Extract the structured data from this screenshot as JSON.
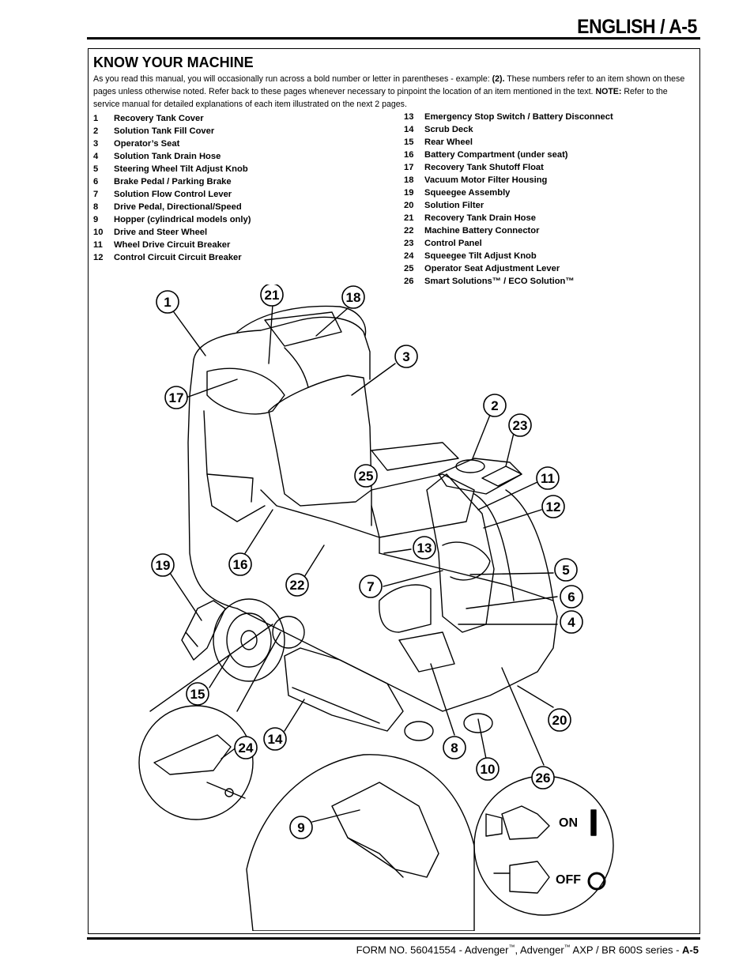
{
  "header": {
    "title": "ENGLISH / A-5"
  },
  "section": {
    "title": "KNOW YOUR MACHINE",
    "intro_part1": "As you read this manual, you will occasionally run across a bold number or letter in parentheses - example: ",
    "intro_example": "(2).",
    "intro_part2": "  These numbers refer to an item shown on these pages unless otherwise noted.  Refer back to these pages whenever necessary to pinpoint the location of an item mentioned in the text.  ",
    "intro_note_label": "NOTE:",
    "intro_part3": "  Refer to the service manual for detailed explanations of each item illustrated on the next 2 pages."
  },
  "items_left": [
    {
      "num": "1",
      "label": "Recovery Tank Cover"
    },
    {
      "num": "2",
      "label": "Solution Tank Fill Cover"
    },
    {
      "num": "3",
      "label": "Operator’s Seat"
    },
    {
      "num": "4",
      "label": "Solution Tank Drain Hose"
    },
    {
      "num": "5",
      "label": "Steering Wheel Tilt Adjust Knob"
    },
    {
      "num": "6",
      "label": "Brake Pedal / Parking Brake"
    },
    {
      "num": "7",
      "label": "Solution Flow Control Lever"
    },
    {
      "num": "8",
      "label": "Drive Pedal, Directional/Speed"
    },
    {
      "num": "9",
      "label": "Hopper (cylindrical models only)"
    },
    {
      "num": "10",
      "label": "Drive and Steer Wheel"
    },
    {
      "num": "11",
      "label": "Wheel Drive Circuit Breaker"
    },
    {
      "num": "12",
      "label": "Control Circuit Circuit Breaker"
    }
  ],
  "items_right": [
    {
      "num": "13",
      "label": "Emergency Stop Switch / Battery Disconnect"
    },
    {
      "num": "14",
      "label": "Scrub Deck"
    },
    {
      "num": "15",
      "label": "Rear Wheel"
    },
    {
      "num": "16",
      "label": "Battery Compartment (under seat)"
    },
    {
      "num": "17",
      "label": "Recovery Tank Shutoff Float"
    },
    {
      "num": "18",
      "label": "Vacuum Motor Filter Housing"
    },
    {
      "num": "19",
      "label": "Squeegee Assembly"
    },
    {
      "num": "20",
      "label": "Solution Filter"
    },
    {
      "num": "21",
      "label": "Recovery Tank Drain Hose"
    },
    {
      "num": "22",
      "label": "Machine Battery Connector"
    },
    {
      "num": "23",
      "label": "Control Panel"
    },
    {
      "num": "24",
      "label": "Squeegee Tilt Adjust Knob"
    },
    {
      "num": "25",
      "label": "Operator Seat Adjustment Lever"
    },
    {
      "num": "26",
      "label": "Smart Solutions™ / ECO Solution™"
    }
  ],
  "callouts": [
    "1",
    "21",
    "18",
    "3",
    "17",
    "2",
    "23",
    "11",
    "25",
    "12",
    "13",
    "5",
    "7",
    "19",
    "16",
    "22",
    "6",
    "4",
    "15",
    "20",
    "14",
    "24",
    "8",
    "10",
    "26",
    "9"
  ],
  "switch": {
    "on_label": "ON",
    "off_label": "OFF"
  },
  "footer": {
    "prefix": "FORM NO. 56041554 - Advenger",
    "tm": "™",
    "middle": ", Advenger",
    "tm2": "™",
    "suffix": " AXP / BR 600S series - ",
    "page": "A-5"
  }
}
